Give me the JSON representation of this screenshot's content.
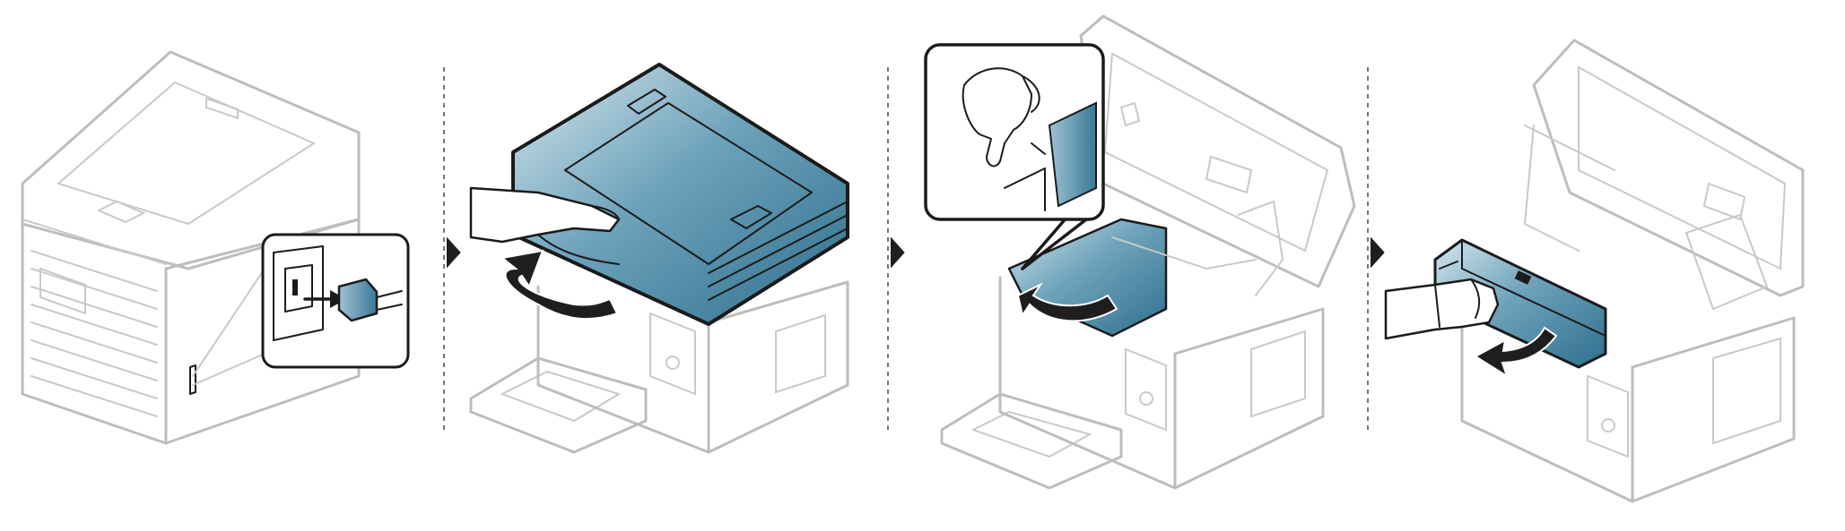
{
  "colors": {
    "accent_blue": "#3f7e9c",
    "accent_blue_light": "#c3dbe5",
    "outline_gray": "#bdbdbd",
    "ink": "#1b1b1b",
    "separator": "#555555"
  },
  "steps": [
    {
      "icon": "printer-unplug-power-cord"
    },
    {
      "icon": "printer-open-scanner-unit"
    },
    {
      "icon": "printer-open-inner-cover"
    },
    {
      "icon": "printer-remove-toner-cartridge"
    }
  ]
}
